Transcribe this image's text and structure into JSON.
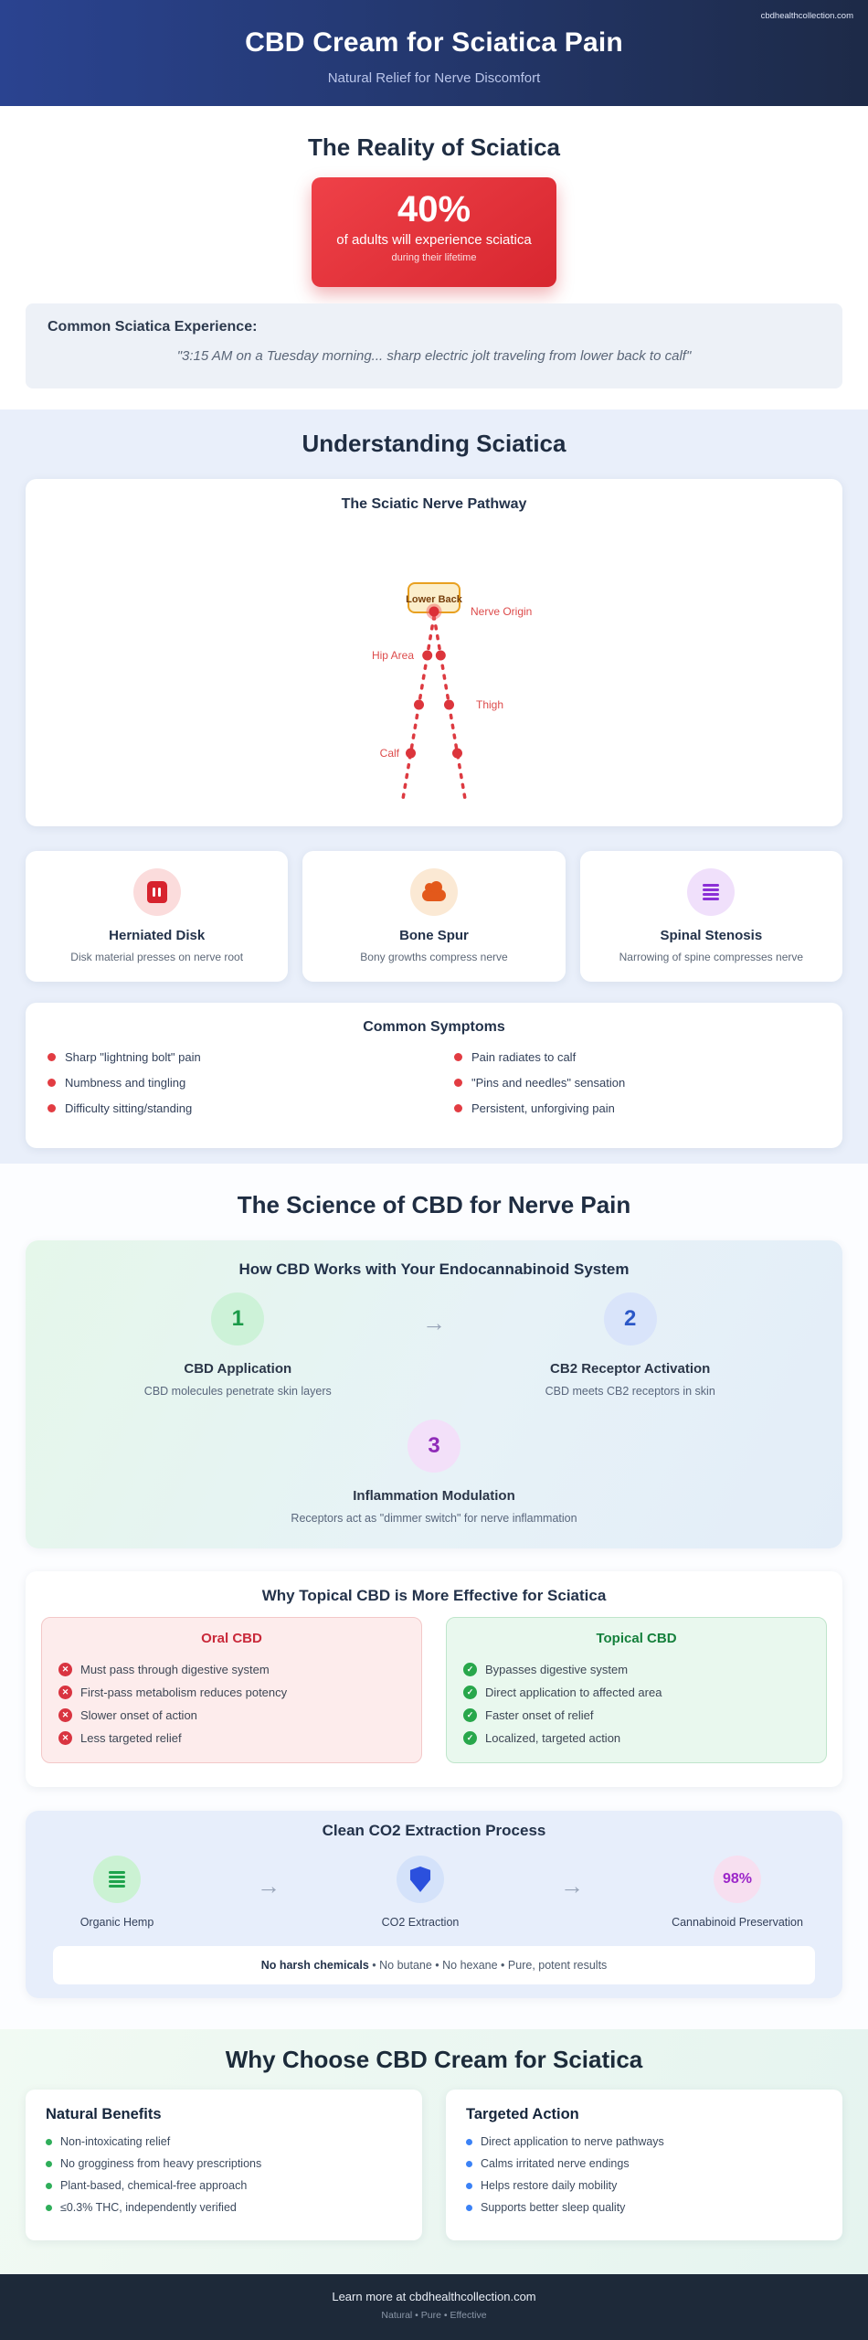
{
  "header": {
    "title": "CBD Cream for Sciatica Pain",
    "subtitle": "Natural Relief for Nerve Discomfort",
    "site": "cbdhealthcollection.com"
  },
  "reality": {
    "heading": "The Reality of Sciatica",
    "stat": {
      "value": "40%",
      "line1": "of adults will experience sciatica",
      "line2": "during their lifetime"
    },
    "experience": {
      "label": "Common Sciatica Experience:",
      "quote": "\"3:15 AM on a Tuesday morning... sharp electric jolt traveling from lower back to calf\""
    }
  },
  "understanding": {
    "heading": "Understanding Sciatica",
    "pathway": {
      "title": "The Sciatic Nerve Pathway",
      "box_label": "Lower Back",
      "labels": {
        "origin": "Nerve Origin",
        "hip": "Hip Area",
        "thigh": "Thigh",
        "calf": "Calf"
      }
    },
    "causes": [
      {
        "title": "Herniated Disk",
        "desc": "Disk material presses on nerve root",
        "icon": "herniated-disk-icon"
      },
      {
        "title": "Bone Spur",
        "desc": "Bony growths compress nerve",
        "icon": "bone-spur-icon"
      },
      {
        "title": "Spinal Stenosis",
        "desc": "Narrowing of spine compresses nerve",
        "icon": "spine-lines-icon"
      }
    ],
    "symptoms": {
      "heading": "Common Symptoms",
      "left": [
        "Sharp \"lightning bolt\" pain",
        "Numbness and tingling",
        "Difficulty sitting/standing"
      ],
      "right": [
        "Pain radiates to calf",
        "\"Pins and needles\" sensation",
        "Persistent, unforgiving pain"
      ]
    }
  },
  "science": {
    "heading": "The Science of CBD for Nerve Pain",
    "how": {
      "title": "How CBD Works with Your Endocannabinoid System",
      "steps": [
        {
          "num": "1",
          "title": "CBD Application",
          "desc": "CBD molecules penetrate skin layers"
        },
        {
          "num": "2",
          "title": "CB2 Receptor Activation",
          "desc": "CBD meets CB2 receptors in skin"
        },
        {
          "num": "3",
          "title": "Inflammation Modulation",
          "desc": "Receptors act as \"dimmer switch\" for nerve inflammation"
        }
      ]
    },
    "comparison": {
      "title": "Why Topical CBD is More Effective for Sciatica",
      "oral": {
        "title": "Oral CBD",
        "items": [
          "Must pass through digestive system",
          "First-pass metabolism reduces potency",
          "Slower onset of action",
          "Less targeted relief"
        ]
      },
      "topical": {
        "title": "Topical CBD",
        "items": [
          "Bypasses digestive system",
          "Direct application to affected area",
          "Faster onset of relief",
          "Localized, targeted action"
        ]
      }
    },
    "extraction": {
      "title": "Clean CO2 Extraction Process",
      "steps": [
        {
          "label": "Organic Hemp"
        },
        {
          "label": "CO2 Extraction"
        },
        {
          "value": "98%",
          "label": "Cannabinoid Preservation"
        }
      ],
      "note_bold": "No harsh chemicals",
      "note_rest": " • No butane • No hexane • Pure, potent results"
    }
  },
  "why": {
    "heading": "Why Choose CBD Cream for Sciatica",
    "natural": {
      "title": "Natural Benefits",
      "items": [
        "Non-intoxicating relief",
        "No grogginess from heavy prescriptions",
        "Plant-based, chemical-free approach",
        "≤0.3% THC, independently verified"
      ]
    },
    "targeted": {
      "title": "Targeted Action",
      "items": [
        "Direct application to nerve pathways",
        "Calms irritated nerve endings",
        "Helps restore daily mobility",
        "Supports better sleep quality"
      ]
    }
  },
  "footer": {
    "line1": "Learn more at cbdhealthcollection.com",
    "line2": "Natural • Pure • Effective"
  },
  "colors": {
    "accent_red": "#d7262f",
    "accent_green": "#28a74b",
    "accent_blue": "#2b57c7",
    "accent_purple": "#8f2bb8",
    "header_navy": "#1d2a47"
  }
}
